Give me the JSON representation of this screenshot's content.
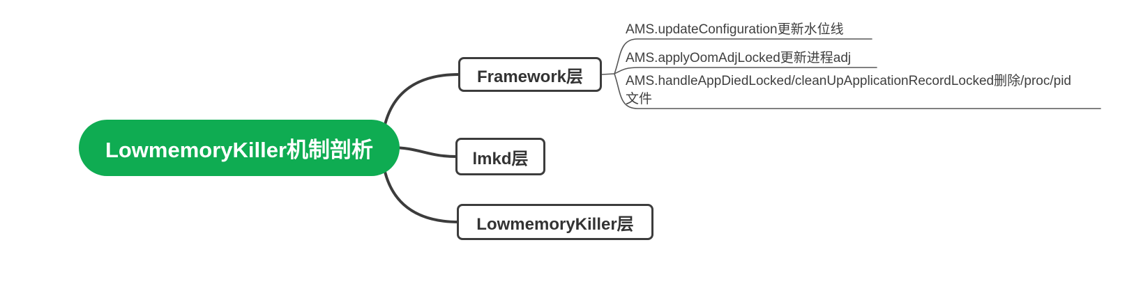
{
  "diagram": {
    "type": "mind-map",
    "root": {
      "label": "LowmemoryKiller机制剖析"
    },
    "branches": [
      {
        "label": "Framework层",
        "children": [
          {
            "lines": [
              "AMS.updateConfiguration更新水位线"
            ]
          },
          {
            "lines": [
              "AMS.applyOomAdjLocked更新进程adj"
            ]
          },
          {
            "lines": [
              "AMS.handleAppDiedLocked/cleanUpApplicationRecordLocked删除/proc/pid",
              "文件"
            ]
          }
        ]
      },
      {
        "label": "lmkd层",
        "children": []
      },
      {
        "label": "LowmemoryKiller层",
        "children": []
      }
    ]
  },
  "colors": {
    "canvas_bg": "#ffffff",
    "root_bg": "#0fac52",
    "root_text": "#ffffff",
    "node_border": "#3c3c3c",
    "node_text": "#333333",
    "leaf_text": "#3f3f3f",
    "connector": "#3c3c3c",
    "branch_line": "#565656"
  }
}
